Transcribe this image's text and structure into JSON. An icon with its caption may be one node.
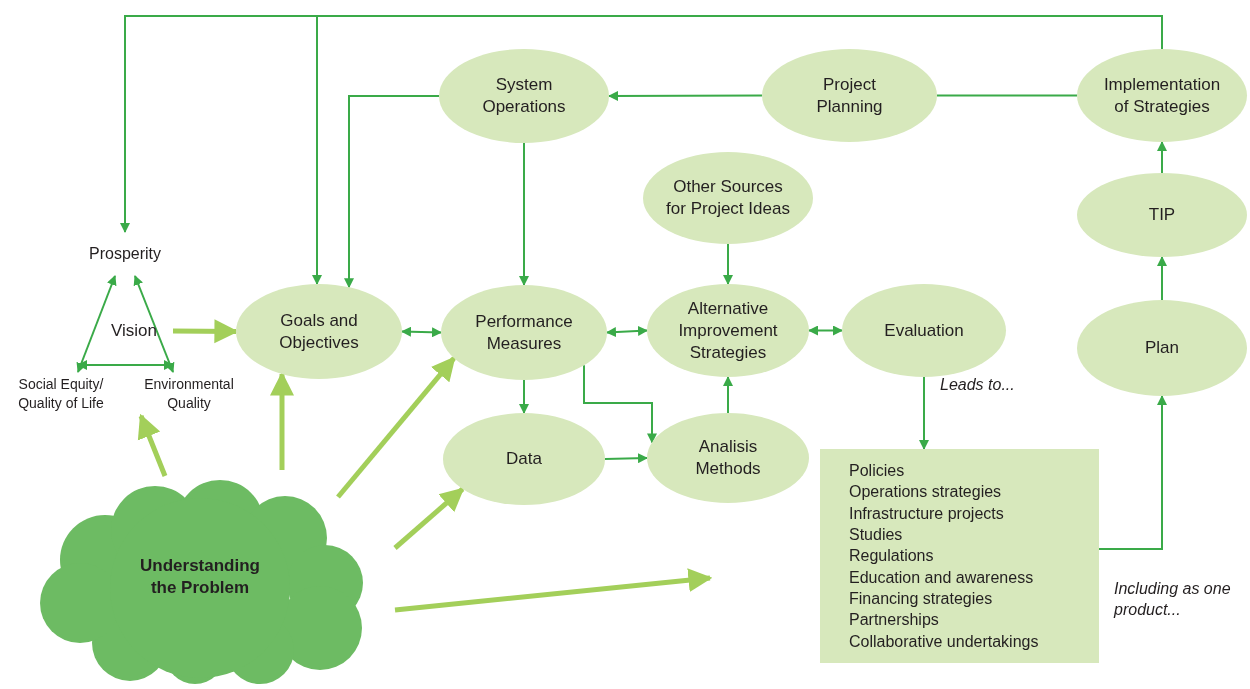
{
  "diagram": {
    "nodes": [
      {
        "text": [
          "Prosperity"
        ]
      },
      {
        "text": [
          "Vision"
        ]
      },
      {
        "text": [
          "Social Equity/ Quality of Life"
        ]
      },
      {
        "text": [
          "Environmental Quality"
        ]
      },
      {
        "text": [
          "Goals and Objectives"
        ]
      },
      {
        "text": [
          "System Operations"
        ]
      },
      {
        "text": [
          "Project Planning"
        ]
      },
      {
        "text": [
          "Implementation of Strategies"
        ]
      },
      {
        "text": [
          "Other Sources for Project Ideas"
        ]
      },
      {
        "text": [
          "Performance Measures"
        ]
      },
      {
        "text": [
          "Alternative Improvement Strategies"
        ]
      },
      {
        "text": [
          "Evaluation"
        ]
      },
      {
        "text": [
          "TIP"
        ]
      },
      {
        "text": [
          "Plan"
        ]
      },
      {
        "text": [
          "Data"
        ]
      },
      {
        "text": [
          "Analisis Methods"
        ]
      },
      {
        "text": [
          "Policies",
          "Operations strategies",
          "Infrastructure projects",
          "Studies",
          "Regulations",
          "Education and awareness",
          "Financing strategies",
          "Partnerships",
          "Collaborative undertakings"
        ]
      },
      {
        "text": [
          "Understanding the Problem"
        ]
      }
    ],
    "edges": [
      {
        "from": 7,
        "to": 0,
        "arrow": "to"
      },
      {
        "from": 7,
        "to": 4,
        "arrow": "to"
      },
      {
        "from": 7,
        "to": 6,
        "arrow": "none"
      },
      {
        "from": 6,
        "to": 5,
        "arrow": "to"
      },
      {
        "from": 5,
        "to": 4,
        "arrow": "to"
      },
      {
        "from": 5,
        "to": 9,
        "arrow": "to"
      },
      {
        "from": 4,
        "to": 9,
        "arrow": "both"
      },
      {
        "from": 9,
        "to": 10,
        "arrow": "both"
      },
      {
        "from": 10,
        "to": 11,
        "arrow": "both"
      },
      {
        "from": 8,
        "to": 10,
        "arrow": "to"
      },
      {
        "from": 9,
        "to": 14,
        "arrow": "to"
      },
      {
        "from": 9,
        "to": 15,
        "arrow": "to"
      },
      {
        "from": 14,
        "to": 15,
        "arrow": "to"
      },
      {
        "from": 15,
        "to": 10,
        "arrow": "to"
      },
      {
        "from": 11,
        "to": 16,
        "arrow": "to",
        "label": "Leads to..."
      },
      {
        "from": 16,
        "to": 13,
        "arrow": "to",
        "label": "Including as one product..."
      },
      {
        "from": 13,
        "to": 12,
        "arrow": "to"
      },
      {
        "from": 12,
        "to": 7,
        "arrow": "to"
      },
      {
        "from": 0,
        "to": 2,
        "arrow": "both"
      },
      {
        "from": 0,
        "to": 3,
        "arrow": "both"
      },
      {
        "from": 2,
        "to": 3,
        "arrow": "both"
      },
      {
        "from": 1,
        "to": 4,
        "arrow": "to",
        "style": "thick",
        "color": "#a3cf5a"
      },
      {
        "from": 17,
        "to": 2,
        "arrow": "to",
        "style": "thick",
        "color": "#a3cf5a"
      },
      {
        "from": 17,
        "to": 4,
        "arrow": "to",
        "style": "thick",
        "color": "#a3cf5a"
      },
      {
        "from": 17,
        "to": 9,
        "arrow": "to",
        "style": "thick",
        "color": "#a3cf5a"
      },
      {
        "from": 17,
        "to": 14,
        "arrow": "to",
        "style": "thick",
        "color": "#a3cf5a"
      },
      {
        "from": 17,
        "to": null,
        "arrow": "to",
        "style": "thick",
        "color": "#a3cf5a"
      }
    ]
  }
}
